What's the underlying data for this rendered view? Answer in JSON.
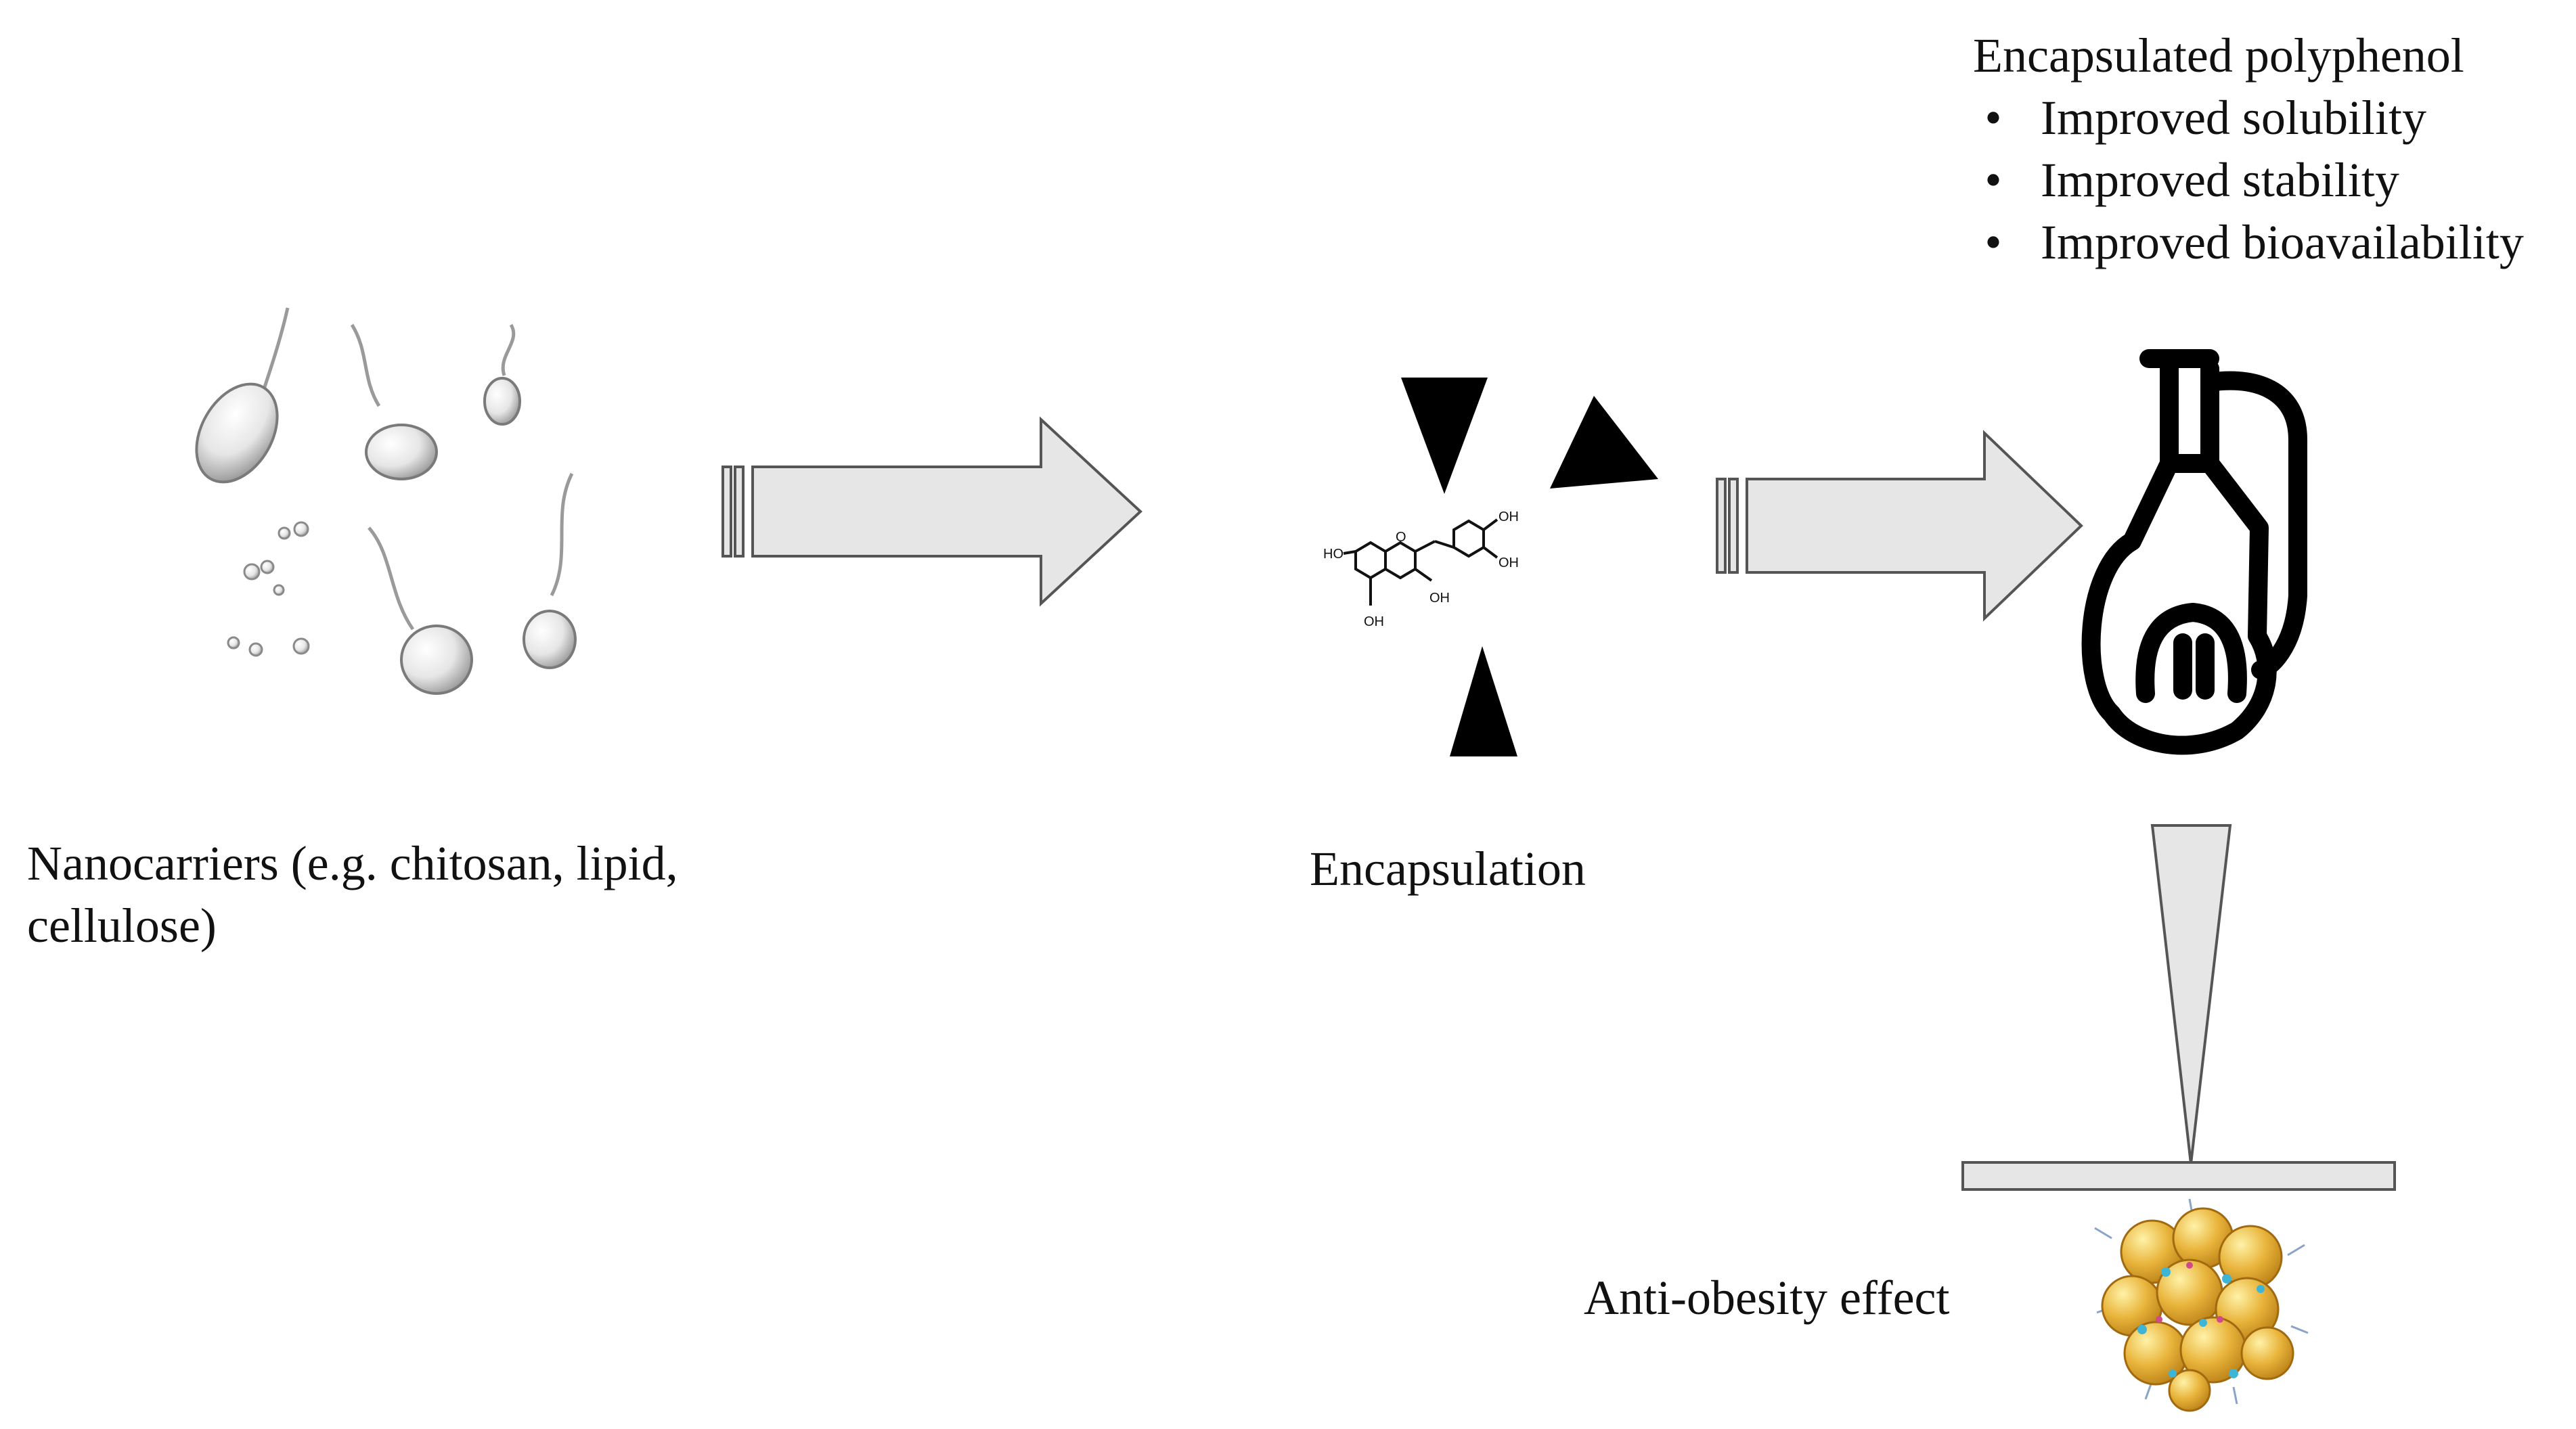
{
  "diagram": {
    "nanocarriers_label": "Nanocarriers (e.g. chitosan, lipid,",
    "nanocarriers_label_line2": "cellulose)",
    "encapsulation_label": "Encapsulation",
    "antiobesity_label": "Anti-obesity effect",
    "benefits": {
      "title": "Encapsulated polyphenol",
      "bullet_symbol": "•",
      "items": [
        "Improved solubility",
        "Improved stability",
        "Improved bioavailability"
      ]
    },
    "molecule_labels": [
      "HO",
      "O",
      "OH",
      "OH",
      "OH",
      "OH"
    ]
  }
}
